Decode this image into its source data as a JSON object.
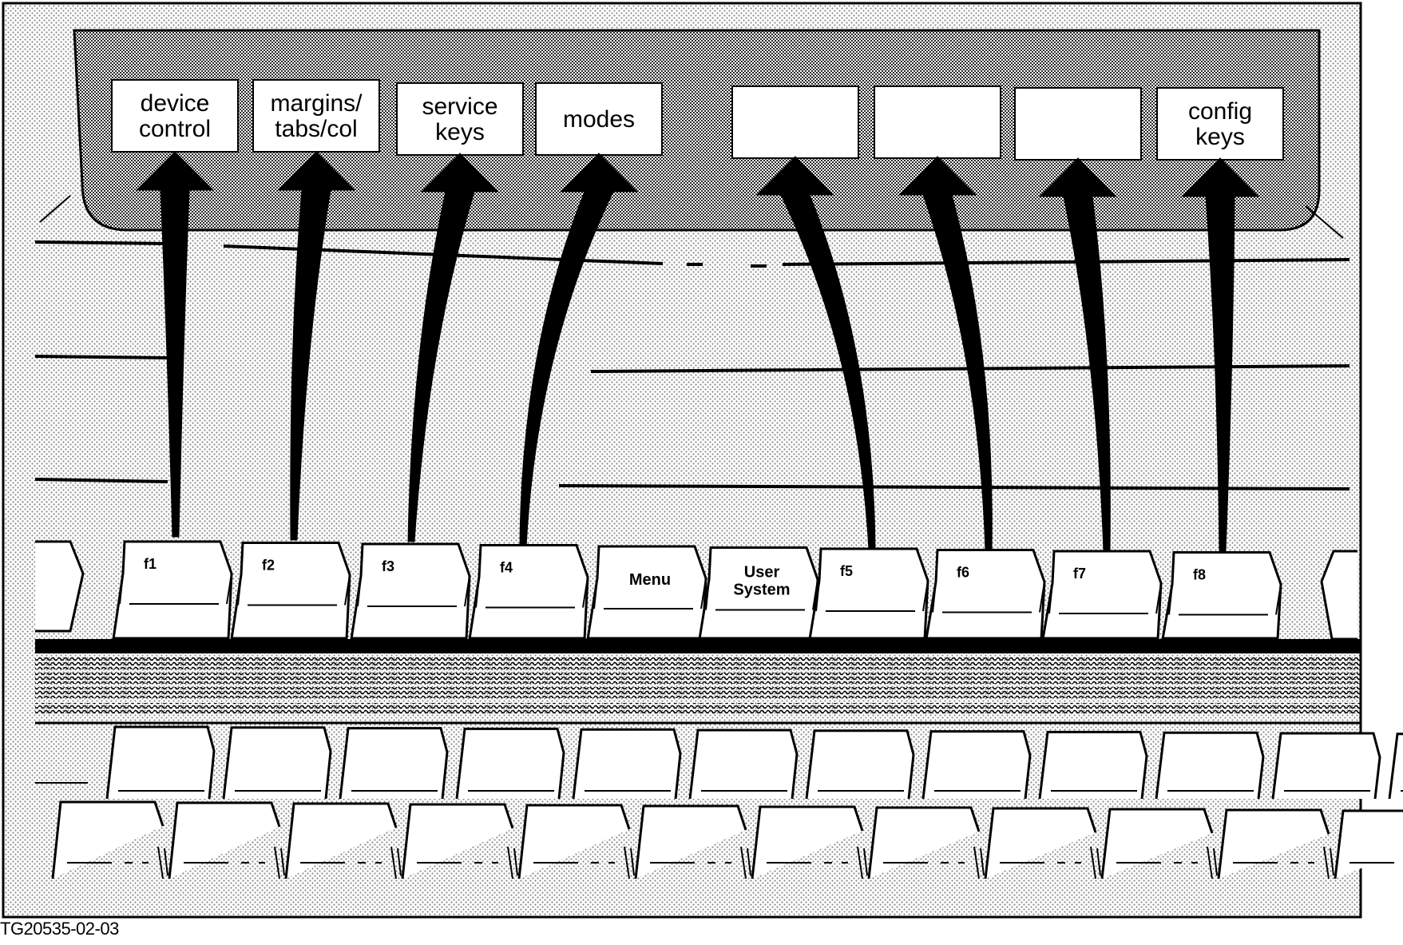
{
  "figure_id": "TG20535-02-03",
  "screen_labels": [
    {
      "lines": [
        "device",
        "control"
      ]
    },
    {
      "lines": [
        "margins/",
        "tabs/col"
      ]
    },
    {
      "lines": [
        "service",
        "keys"
      ]
    },
    {
      "lines": [
        "modes"
      ]
    },
    {
      "lines": []
    },
    {
      "lines": []
    },
    {
      "lines": []
    },
    {
      "lines": [
        "config",
        "keys"
      ]
    }
  ],
  "function_keys": [
    {
      "lines": [
        "f1"
      ],
      "small": true
    },
    {
      "lines": [
        "f2"
      ],
      "small": true
    },
    {
      "lines": [
        "f3"
      ],
      "small": true
    },
    {
      "lines": [
        "f4"
      ],
      "small": true
    },
    {
      "lines": [
        "Menu"
      ],
      "small": false
    },
    {
      "lines": [
        "User",
        "System"
      ],
      "small": false
    },
    {
      "lines": [
        "f5"
      ],
      "small": true
    },
    {
      "lines": [
        "f6"
      ],
      "small": true
    },
    {
      "lines": [
        "f7"
      ],
      "small": true
    },
    {
      "lines": [
        "f8"
      ],
      "small": true
    }
  ],
  "colors": {
    "ink": "#000000",
    "paper": "#ffffff",
    "screen_dots": "#3a3a3a",
    "body_dots": "#8a8a8a"
  }
}
